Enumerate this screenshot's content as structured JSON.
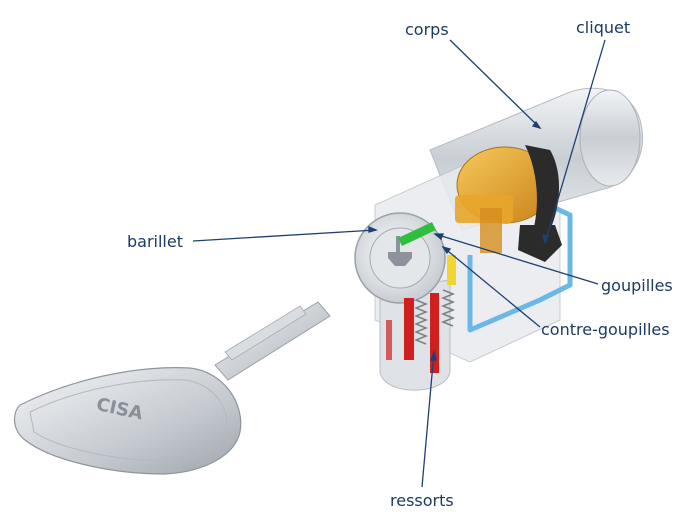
{
  "labels": {
    "corps": "corps",
    "cliquet": "cliquet",
    "barillet": "barillet",
    "goupilles": "goupilles",
    "contre_goupilles": "contre-goupilles",
    "ressorts": "ressorts"
  },
  "key_stamp": "CISA",
  "colors": {
    "label_text": "#1d3a63",
    "leader_line": "#1f3f73",
    "body_metal": "#d7dbe0",
    "cam_brass": "#e8a52a",
    "cam_dark": "#2b2b2b",
    "frame_blue": "#6bb7e6",
    "pin_green": "#2fbf3f",
    "spring_red": "#d01f1f",
    "pin_yellow": "#f2d531"
  }
}
